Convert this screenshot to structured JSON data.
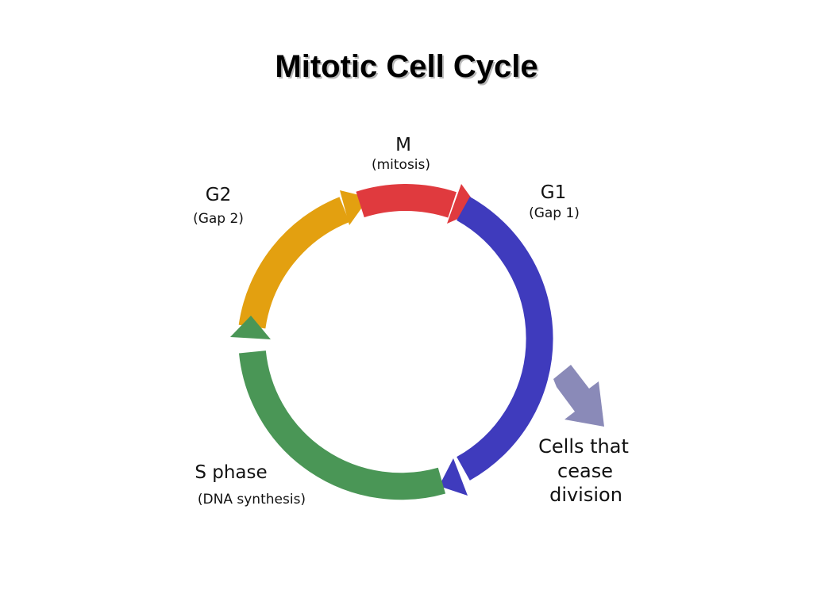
{
  "title": "Mitotic Cell Cycle",
  "phases": {
    "m": {
      "name": "M",
      "detail": "(mitosis)",
      "color": "#e03a3e"
    },
    "g1": {
      "name": "G1",
      "detail": "(Gap 1)",
      "color": "#3f3bbd"
    },
    "s": {
      "name": "S phase",
      "detail": "(DNA synthesis)",
      "color": "#4a9656"
    },
    "g2": {
      "name": "G2",
      "detail": "(Gap 2)",
      "color": "#e3a010"
    }
  },
  "exit": {
    "lines": [
      "Cells that",
      "cease",
      "division"
    ],
    "color": "#8a8ab8"
  }
}
